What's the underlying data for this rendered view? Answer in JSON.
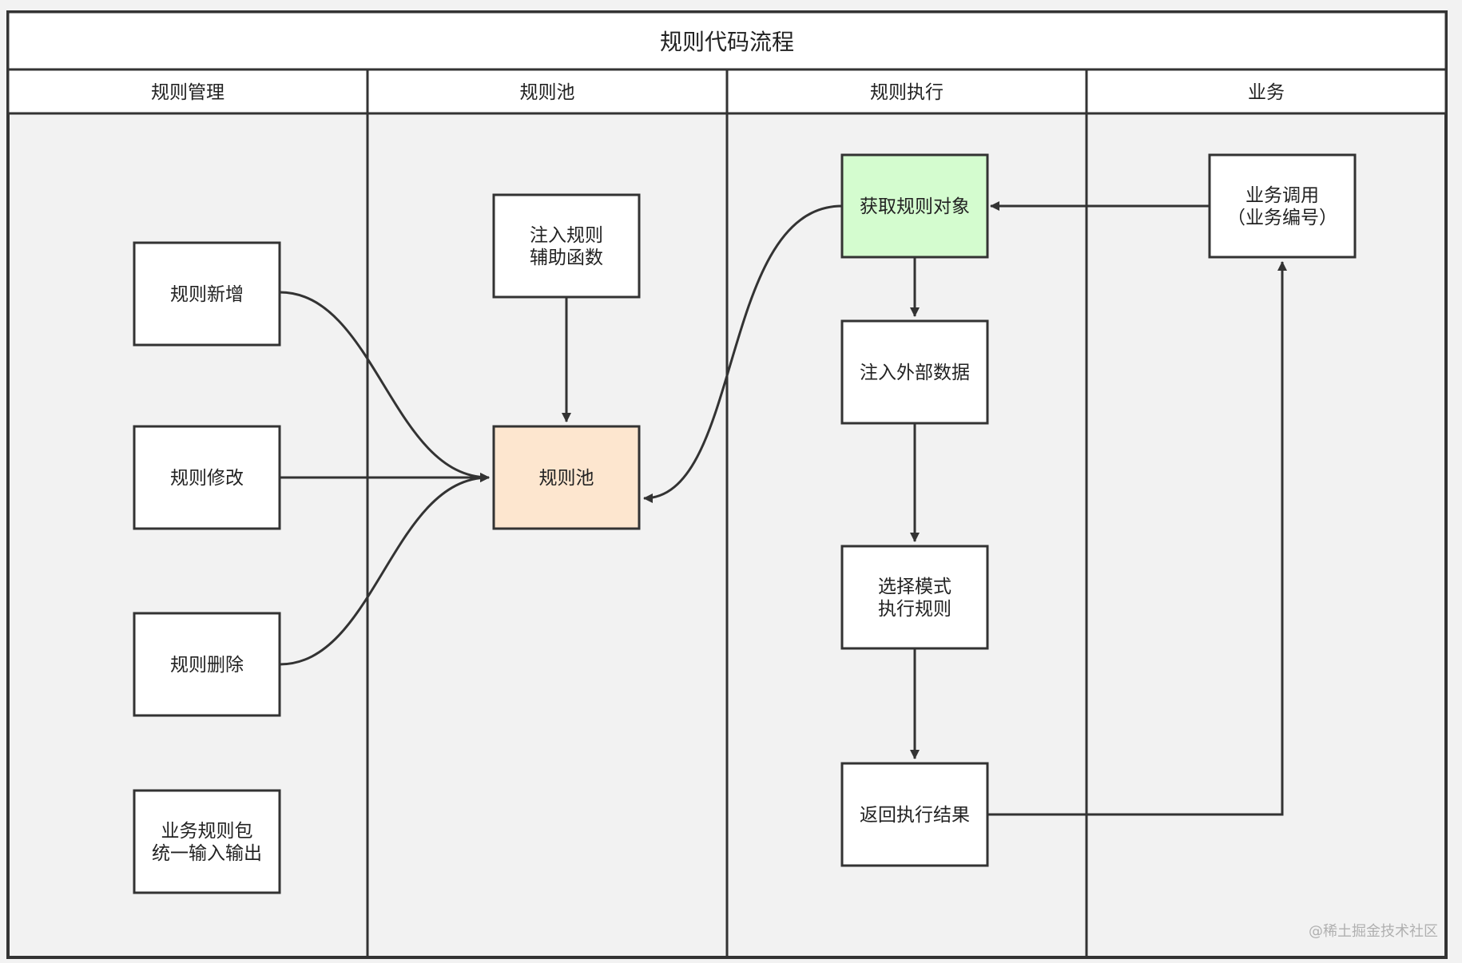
{
  "title": "规则代码流程",
  "colors": {
    "line": "#333333",
    "node_default": "#ffffff",
    "pool_fill": "#fde6cf",
    "fetch_fill": "#d4fccf",
    "background": "#f2f2f2"
  },
  "lanes": [
    {
      "id": "rule-management",
      "label": "规则管理"
    },
    {
      "id": "rule-pool",
      "label": "规则池"
    },
    {
      "id": "rule-execution",
      "label": "规则执行"
    },
    {
      "id": "business",
      "label": "业务"
    }
  ],
  "nodes": [
    {
      "id": "rule-add",
      "lane": "rule-management",
      "lines": [
        "规则新增"
      ],
      "fill": "node_default"
    },
    {
      "id": "rule-modify",
      "lane": "rule-management",
      "lines": [
        "规则修改"
      ],
      "fill": "node_default"
    },
    {
      "id": "rule-delete",
      "lane": "rule-management",
      "lines": [
        "规则删除"
      ],
      "fill": "node_default"
    },
    {
      "id": "rule-package",
      "lane": "rule-management",
      "lines": [
        "业务规则包",
        "统一输入输出"
      ],
      "fill": "node_default"
    },
    {
      "id": "inject-helpers",
      "lane": "rule-pool",
      "lines": [
        "注入规则",
        "辅助函数"
      ],
      "fill": "node_default"
    },
    {
      "id": "rule-pool",
      "lane": "rule-pool",
      "lines": [
        "规则池"
      ],
      "fill": "pool_fill"
    },
    {
      "id": "fetch-rule",
      "lane": "rule-execution",
      "lines": [
        "获取规则对象"
      ],
      "fill": "fetch_fill"
    },
    {
      "id": "inject-data",
      "lane": "rule-execution",
      "lines": [
        "注入外部数据"
      ],
      "fill": "node_default"
    },
    {
      "id": "select-mode",
      "lane": "rule-execution",
      "lines": [
        "选择模式",
        "执行规则"
      ],
      "fill": "node_default"
    },
    {
      "id": "return-result",
      "lane": "rule-execution",
      "lines": [
        "返回执行结果"
      ],
      "fill": "node_default"
    },
    {
      "id": "business-call",
      "lane": "business",
      "lines": [
        "业务调用",
        "（业务编号）"
      ],
      "fill": "node_default"
    }
  ],
  "edges": [
    {
      "from": "rule-add",
      "to": "rule-pool"
    },
    {
      "from": "rule-modify",
      "to": "rule-pool"
    },
    {
      "from": "rule-delete",
      "to": "rule-pool"
    },
    {
      "from": "inject-helpers",
      "to": "rule-pool"
    },
    {
      "from": "fetch-rule",
      "to": "rule-pool"
    },
    {
      "from": "business-call",
      "to": "fetch-rule"
    },
    {
      "from": "fetch-rule",
      "to": "inject-data"
    },
    {
      "from": "inject-data",
      "to": "select-mode"
    },
    {
      "from": "select-mode",
      "to": "return-result"
    },
    {
      "from": "return-result",
      "to": "business-call"
    }
  ],
  "watermark": "@稀土掘金技术社区"
}
